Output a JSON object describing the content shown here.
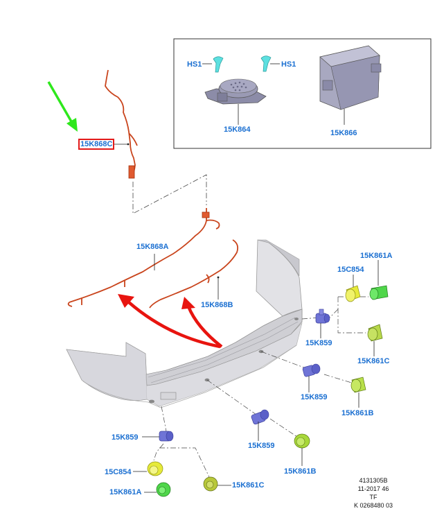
{
  "labels": {
    "hs1_left": "HS1",
    "hs1_right": "HS1",
    "p15K864": "15K864",
    "p15K866": "15K866",
    "p15K868C": "15K868C",
    "p15K868A": "15K868A",
    "p15K868B": "15K868B",
    "p15K861A_top": "15K861A",
    "p15C854_top": "15C854",
    "p15K859_r1": "15K859",
    "p15K861C_r": "15K861C",
    "p15K859_r2": "15K859",
    "p15K861B_r": "15K861B",
    "p15K859_mid": "15K859",
    "p15K861B_mid": "15K861B",
    "p15K859_left": "15K859",
    "p15C854_bottom": "15C854",
    "p15K861A_bottom": "15K861A",
    "p15K861C_bottom": "15K861C"
  },
  "reference": {
    "line1": "4131305B",
    "line2": "11-2017 46",
    "line3": "TF",
    "line4": "K 0268480 03"
  },
  "colors": {
    "label": "#1a6fd1",
    "harness": "#c9441c",
    "highlight": "#e21a1a",
    "arrow_green": "#2ee81c",
    "arrow_red": "#e8140f",
    "sensor_blue": "#6f74d6",
    "bezel_yellow": "#e6ea3a",
    "bezel_green": "#4fd64a"
  }
}
